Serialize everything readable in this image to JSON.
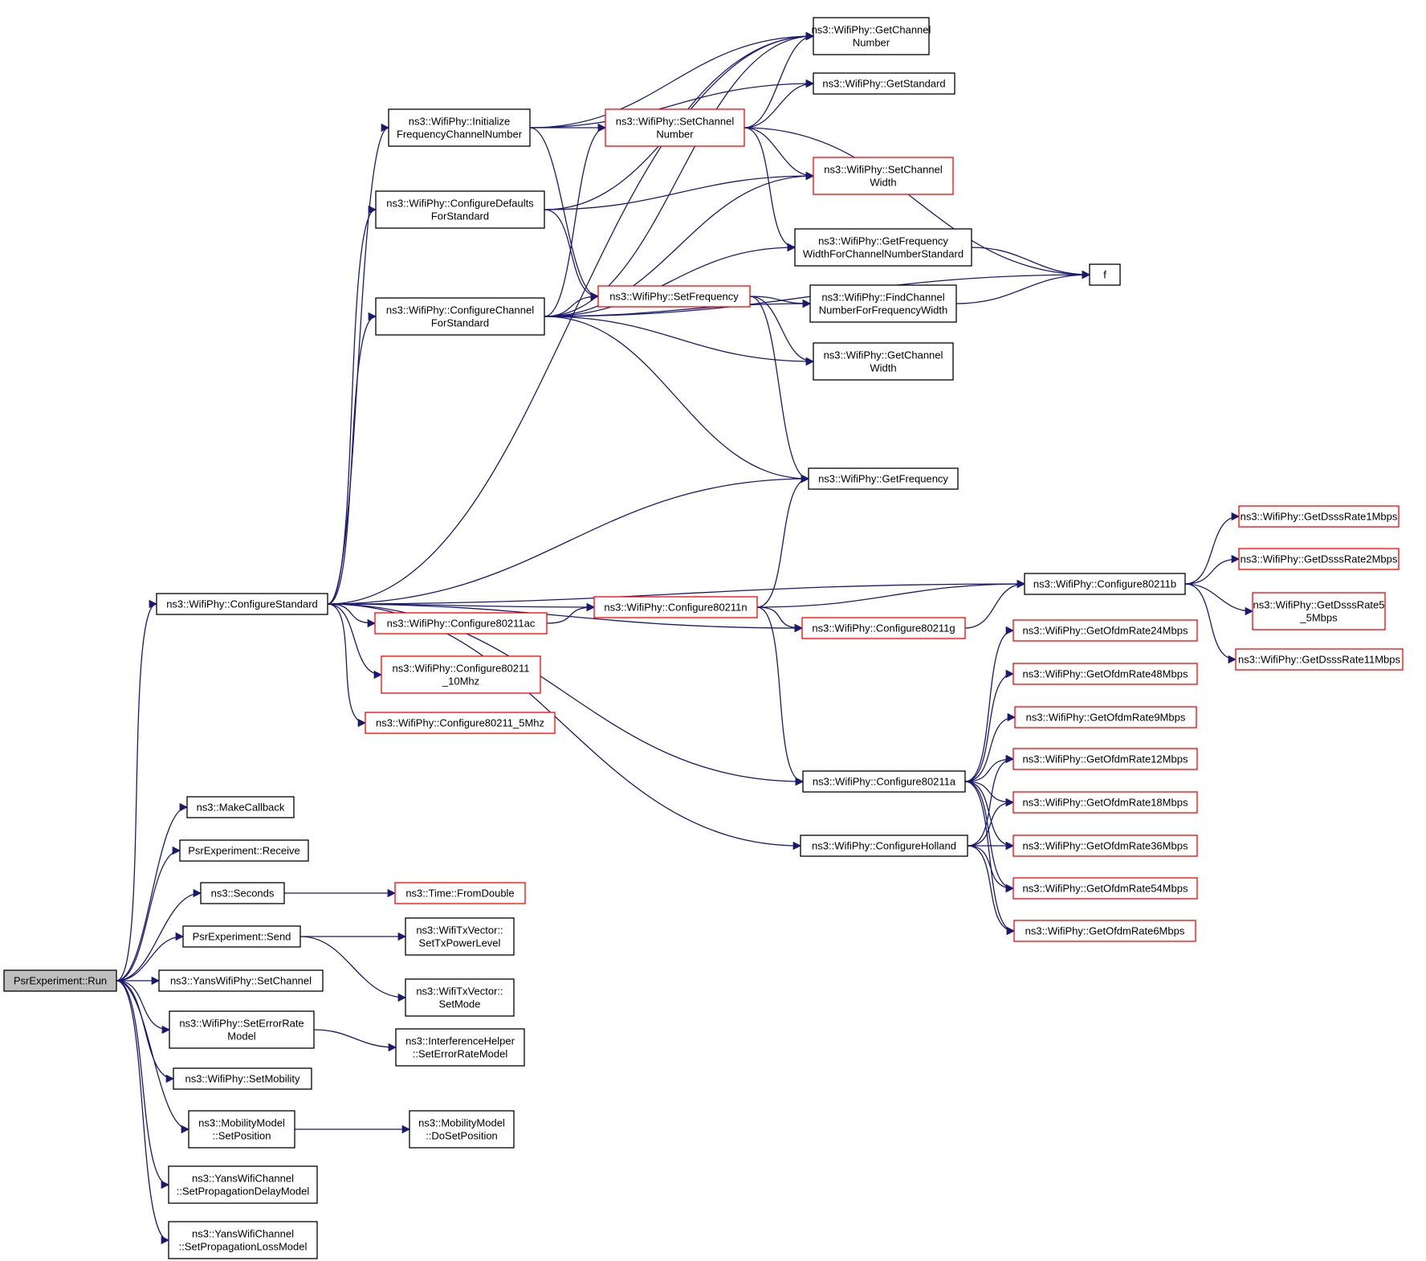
{
  "colors": {
    "edge": "#191970",
    "node_border_normal": "#000000",
    "node_border_truncated": "#ff0000",
    "root_fill": "#bfbfbf",
    "node_fill": "#ffffff",
    "text": "#000000"
  },
  "nodes": [
    {
      "id": "run",
      "lines": [
        "PsrExperiment::Run"
      ],
      "type": "root"
    },
    {
      "id": "makecallback",
      "lines": [
        "ns3::MakeCallback"
      ],
      "type": "normal"
    },
    {
      "id": "receive",
      "lines": [
        "PsrExperiment::Receive"
      ],
      "type": "normal"
    },
    {
      "id": "seconds",
      "lines": [
        "ns3::Seconds"
      ],
      "type": "normal"
    },
    {
      "id": "fromdouble",
      "lines": [
        "ns3::Time::FromDouble"
      ],
      "type": "truncated"
    },
    {
      "id": "send",
      "lines": [
        "PsrExperiment::Send"
      ],
      "type": "normal"
    },
    {
      "id": "settxpowerlevel",
      "lines": [
        "ns3::WifiTxVector::",
        "SetTxPowerLevel"
      ],
      "type": "normal"
    },
    {
      "id": "setmode",
      "lines": [
        "ns3::WifiTxVector::",
        "SetMode"
      ],
      "type": "normal"
    },
    {
      "id": "yanssetchannel",
      "lines": [
        "ns3::YansWifiPhy::SetChannel"
      ],
      "type": "normal"
    },
    {
      "id": "seterrorratemodel",
      "lines": [
        "ns3::WifiPhy::SetErrorRate",
        "Model"
      ],
      "type": "normal"
    },
    {
      "id": "ihseterrorratemodel",
      "lines": [
        "ns3::InterferenceHelper",
        "::SetErrorRateModel"
      ],
      "type": "normal"
    },
    {
      "id": "setmobility",
      "lines": [
        "ns3::WifiPhy::SetMobility"
      ],
      "type": "normal"
    },
    {
      "id": "setposition",
      "lines": [
        "ns3::MobilityModel",
        "::SetPosition"
      ],
      "type": "normal"
    },
    {
      "id": "dosetposition",
      "lines": [
        "ns3::MobilityModel",
        "::DoSetPosition"
      ],
      "type": "normal"
    },
    {
      "id": "setpropdelay",
      "lines": [
        "ns3::YansWifiChannel",
        "::SetPropagationDelayModel"
      ],
      "type": "normal"
    },
    {
      "id": "setproploss",
      "lines": [
        "ns3::YansWifiChannel",
        "::SetPropagationLossModel"
      ],
      "type": "normal"
    },
    {
      "id": "configurestandard",
      "lines": [
        "ns3::WifiPhy::ConfigureStandard"
      ],
      "type": "normal"
    },
    {
      "id": "initfreqchan",
      "lines": [
        "ns3::WifiPhy::Initialize",
        "FrequencyChannelNumber"
      ],
      "type": "normal"
    },
    {
      "id": "confdefaults",
      "lines": [
        "ns3::WifiPhy::ConfigureDefaults",
        "ForStandard"
      ],
      "type": "normal"
    },
    {
      "id": "confchannel",
      "lines": [
        "ns3::WifiPhy::ConfigureChannel",
        "ForStandard"
      ],
      "type": "normal"
    },
    {
      "id": "conf80211ac",
      "lines": [
        "ns3::WifiPhy::Configure80211ac"
      ],
      "type": "truncated"
    },
    {
      "id": "conf10mhz",
      "lines": [
        "ns3::WifiPhy::Configure80211",
        "_10Mhz"
      ],
      "type": "truncated"
    },
    {
      "id": "conf5mhz",
      "lines": [
        "ns3::WifiPhy::Configure80211_5Mhz"
      ],
      "type": "truncated"
    },
    {
      "id": "setchannelnumber",
      "lines": [
        "ns3::WifiPhy::SetChannel",
        "Number"
      ],
      "type": "truncated"
    },
    {
      "id": "setfrequency",
      "lines": [
        "ns3::WifiPhy::SetFrequency"
      ],
      "type": "truncated"
    },
    {
      "id": "conf80211n",
      "lines": [
        "ns3::WifiPhy::Configure80211n"
      ],
      "type": "truncated"
    },
    {
      "id": "conf80211g",
      "lines": [
        "ns3::WifiPhy::Configure80211g"
      ],
      "type": "truncated"
    },
    {
      "id": "conf80211a",
      "lines": [
        "ns3::WifiPhy::Configure80211a"
      ],
      "type": "normal"
    },
    {
      "id": "confholland",
      "lines": [
        "ns3::WifiPhy::ConfigureHolland"
      ],
      "type": "normal"
    },
    {
      "id": "getchannelnumber",
      "lines": [
        "ns3::WifiPhy::GetChannel",
        "Number"
      ],
      "type": "normal"
    },
    {
      "id": "getstandard",
      "lines": [
        "ns3::WifiPhy::GetStandard"
      ],
      "type": "normal"
    },
    {
      "id": "setchannelwidth",
      "lines": [
        "ns3::WifiPhy::SetChannel",
        "Width"
      ],
      "type": "truncated"
    },
    {
      "id": "getfreqwidth",
      "lines": [
        "ns3::WifiPhy::GetFrequency",
        "WidthForChannelNumberStandard"
      ],
      "type": "normal"
    },
    {
      "id": "findchannel",
      "lines": [
        "ns3::WifiPhy::FindChannel",
        "NumberForFrequencyWidth"
      ],
      "type": "normal"
    },
    {
      "id": "getchannelwidth",
      "lines": [
        "ns3::WifiPhy::GetChannel",
        "Width"
      ],
      "type": "normal"
    },
    {
      "id": "getfrequency",
      "lines": [
        "ns3::WifiPhy::GetFrequency"
      ],
      "type": "normal"
    },
    {
      "id": "f",
      "lines": [
        "f"
      ],
      "type": "normal"
    },
    {
      "id": "conf80211b",
      "lines": [
        "ns3::WifiPhy::Configure80211b"
      ],
      "type": "normal"
    },
    {
      "id": "dsss1",
      "lines": [
        "ns3::WifiPhy::GetDsssRate1Mbps"
      ],
      "type": "truncated"
    },
    {
      "id": "dsss2",
      "lines": [
        "ns3::WifiPhy::GetDsssRate2Mbps"
      ],
      "type": "truncated"
    },
    {
      "id": "dsss5",
      "lines": [
        "ns3::WifiPhy::GetDsssRate5",
        "_5Mbps"
      ],
      "type": "truncated"
    },
    {
      "id": "dsss11",
      "lines": [
        "ns3::WifiPhy::GetDsssRate11Mbps"
      ],
      "type": "truncated"
    },
    {
      "id": "ofdm24",
      "lines": [
        "ns3::WifiPhy::GetOfdmRate24Mbps"
      ],
      "type": "truncated"
    },
    {
      "id": "ofdm48",
      "lines": [
        "ns3::WifiPhy::GetOfdmRate48Mbps"
      ],
      "type": "truncated"
    },
    {
      "id": "ofdm9",
      "lines": [
        "ns3::WifiPhy::GetOfdmRate9Mbps"
      ],
      "type": "truncated"
    },
    {
      "id": "ofdm12",
      "lines": [
        "ns3::WifiPhy::GetOfdmRate12Mbps"
      ],
      "type": "truncated"
    },
    {
      "id": "ofdm18",
      "lines": [
        "ns3::WifiPhy::GetOfdmRate18Mbps"
      ],
      "type": "truncated"
    },
    {
      "id": "ofdm36",
      "lines": [
        "ns3::WifiPhy::GetOfdmRate36Mbps"
      ],
      "type": "truncated"
    },
    {
      "id": "ofdm54",
      "lines": [
        "ns3::WifiPhy::GetOfdmRate54Mbps"
      ],
      "type": "truncated"
    },
    {
      "id": "ofdm6",
      "lines": [
        "ns3::WifiPhy::GetOfdmRate6Mbps"
      ],
      "type": "truncated"
    }
  ],
  "edges": [
    [
      "run",
      "configurestandard"
    ],
    [
      "run",
      "makecallback"
    ],
    [
      "run",
      "receive"
    ],
    [
      "run",
      "seconds"
    ],
    [
      "run",
      "send"
    ],
    [
      "run",
      "yanssetchannel"
    ],
    [
      "run",
      "seterrorratemodel"
    ],
    [
      "run",
      "setmobility"
    ],
    [
      "run",
      "setposition"
    ],
    [
      "run",
      "setpropdelay"
    ],
    [
      "run",
      "setproploss"
    ],
    [
      "seconds",
      "fromdouble"
    ],
    [
      "send",
      "settxpowerlevel"
    ],
    [
      "send",
      "setmode"
    ],
    [
      "seterrorratemodel",
      "ihseterrorratemodel"
    ],
    [
      "setposition",
      "dosetposition"
    ],
    [
      "configurestandard",
      "getchannelnumber"
    ],
    [
      "configurestandard",
      "initfreqchan"
    ],
    [
      "configurestandard",
      "confdefaults"
    ],
    [
      "configurestandard",
      "confchannel"
    ],
    [
      "configurestandard",
      "getfrequency"
    ],
    [
      "configurestandard",
      "conf80211b"
    ],
    [
      "configurestandard",
      "conf80211n"
    ],
    [
      "configurestandard",
      "conf80211ac"
    ],
    [
      "configurestandard",
      "conf10mhz"
    ],
    [
      "configurestandard",
      "conf5mhz"
    ],
    [
      "configurestandard",
      "conf80211g"
    ],
    [
      "configurestandard",
      "conf80211a"
    ],
    [
      "configurestandard",
      "confholland"
    ],
    [
      "initfreqchan",
      "getchannelnumber"
    ],
    [
      "initfreqchan",
      "getstandard"
    ],
    [
      "initfreqchan",
      "setchannelnumber"
    ],
    [
      "initfreqchan",
      "setfrequency"
    ],
    [
      "confdefaults",
      "getchannelnumber"
    ],
    [
      "confdefaults",
      "setchannelwidth"
    ],
    [
      "confdefaults",
      "setfrequency"
    ],
    [
      "confchannel",
      "getchannelnumber"
    ],
    [
      "confchannel",
      "setchannelnumber"
    ],
    [
      "confchannel",
      "setchannelwidth"
    ],
    [
      "confchannel",
      "getfreqwidth"
    ],
    [
      "confchannel",
      "setfrequency"
    ],
    [
      "confchannel",
      "findchannel"
    ],
    [
      "confchannel",
      "getchannelwidth"
    ],
    [
      "confchannel",
      "f"
    ],
    [
      "confchannel",
      "getfrequency"
    ],
    [
      "setchannelnumber",
      "getchannelnumber"
    ],
    [
      "setchannelnumber",
      "getstandard"
    ],
    [
      "setchannelnumber",
      "f"
    ],
    [
      "setchannelnumber",
      "setchannelwidth"
    ],
    [
      "setchannelnumber",
      "getfreqwidth"
    ],
    [
      "setfrequency",
      "findchannel"
    ],
    [
      "setfrequency",
      "getchannelwidth"
    ],
    [
      "setfrequency",
      "getfrequency"
    ],
    [
      "getfreqwidth",
      "f"
    ],
    [
      "findchannel",
      "f"
    ],
    [
      "conf80211ac",
      "conf80211n"
    ],
    [
      "conf80211n",
      "getfrequency"
    ],
    [
      "conf80211n",
      "conf80211b"
    ],
    [
      "conf80211n",
      "conf80211g"
    ],
    [
      "conf80211n",
      "conf80211a"
    ],
    [
      "conf80211g",
      "conf80211b"
    ],
    [
      "conf80211b",
      "dsss1"
    ],
    [
      "conf80211b",
      "dsss2"
    ],
    [
      "conf80211b",
      "dsss5"
    ],
    [
      "conf80211b",
      "dsss11"
    ],
    [
      "conf80211a",
      "ofdm24"
    ],
    [
      "conf80211a",
      "ofdm48"
    ],
    [
      "conf80211a",
      "ofdm9"
    ],
    [
      "conf80211a",
      "ofdm12"
    ],
    [
      "conf80211a",
      "ofdm18"
    ],
    [
      "conf80211a",
      "ofdm36"
    ],
    [
      "conf80211a",
      "ofdm54"
    ],
    [
      "conf80211a",
      "ofdm6"
    ],
    [
      "confholland",
      "ofdm12"
    ],
    [
      "confholland",
      "ofdm18"
    ],
    [
      "confholland",
      "ofdm36"
    ],
    [
      "confholland",
      "ofdm54"
    ],
    [
      "confholland",
      "ofdm6"
    ]
  ]
}
